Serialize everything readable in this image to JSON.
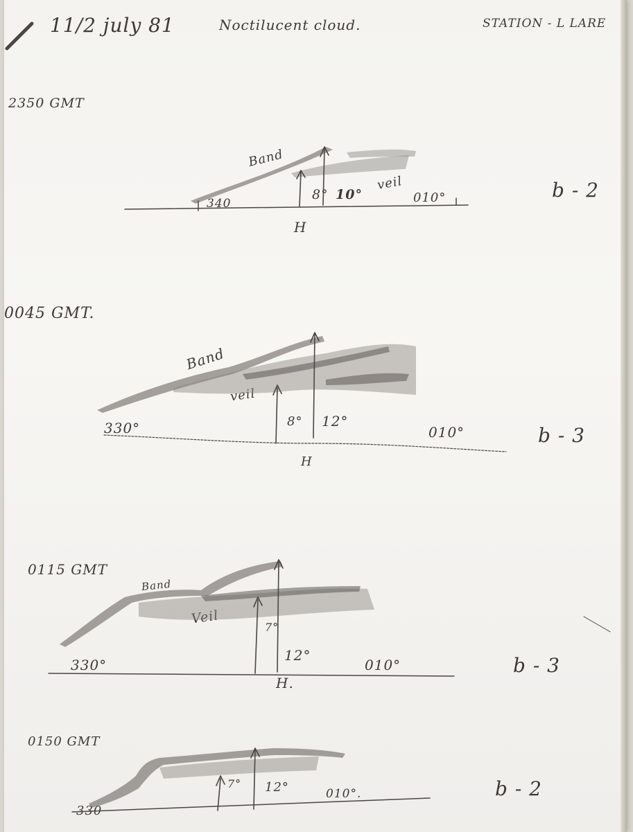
{
  "header": {
    "date": "11/2 july 81",
    "subject": "Noctilucent cloud.",
    "station": "STATION - L LARE"
  },
  "sketches": [
    {
      "time": "2350 GMT",
      "band_label": "Band",
      "veil_label": "veil",
      "left_azimuth": "340",
      "right_azimuth": "010°",
      "elev_a": "8°",
      "elev_b": "10°",
      "h_mark": "H",
      "code": "b - 2"
    },
    {
      "time": "0045 GMT.",
      "band_label": "Band",
      "veil_label": "veil",
      "left_azimuth": "330°",
      "right_azimuth": "010°",
      "elev_a": "8°",
      "elev_b": "12°",
      "h_mark": "H",
      "code": "b - 3"
    },
    {
      "time": "0115 GMT",
      "band_label": "Band",
      "veil_label": "Veil",
      "left_azimuth": "330°",
      "right_azimuth": "010°",
      "elev_a": "7°",
      "elev_b": "12°",
      "h_mark": "H.",
      "code": "b - 3"
    },
    {
      "time": "0150 GMT",
      "left_azimuth": "330",
      "right_azimuth": "010°.",
      "elev_a": "7°",
      "elev_b": "12°",
      "code": "b - 2"
    }
  ]
}
